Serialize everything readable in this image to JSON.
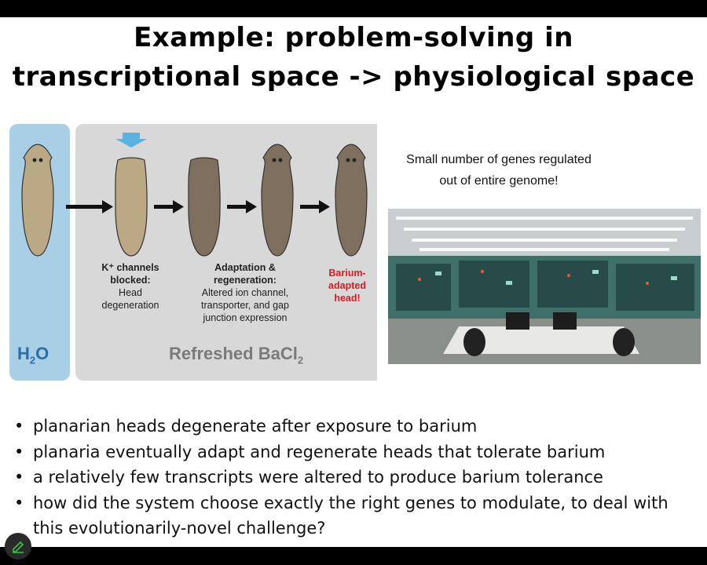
{
  "slide": {
    "title_line1": "Example: problem-solving in",
    "title_line2": "transcriptional space -> physiological space",
    "figure": {
      "water_label": "H",
      "water_sub": "2",
      "water_label_end": "O",
      "bacl_label": "Refreshed BaCl",
      "bacl_sub": "2",
      "caption1_title": "K⁺ channels blocked:",
      "caption1_body": "Head degeneration",
      "caption2_title": "Adaptation & regeneration:",
      "caption2_body": "Altered ion channel, transporter, and gap junction expression",
      "caption3": "Barium-adapted head!"
    },
    "note_line1": "Small number of genes regulated",
    "note_line2": "out of entire genome!",
    "bullets": [
      "planarian heads degenerate after exposure to barium",
      "planaria eventually adapt and regenerate heads that tolerate barium",
      "a relatively few transcripts were altered to produce barium tolerance",
      "how did the system choose exactly the right genes to modulate, to deal with this evolutionarily-novel challenge?"
    ]
  },
  "colors": {
    "water": "#a9cfe6",
    "bacl": "#d8d8d8",
    "accent_red": "#e0191b",
    "pen": "#2ecc40"
  }
}
